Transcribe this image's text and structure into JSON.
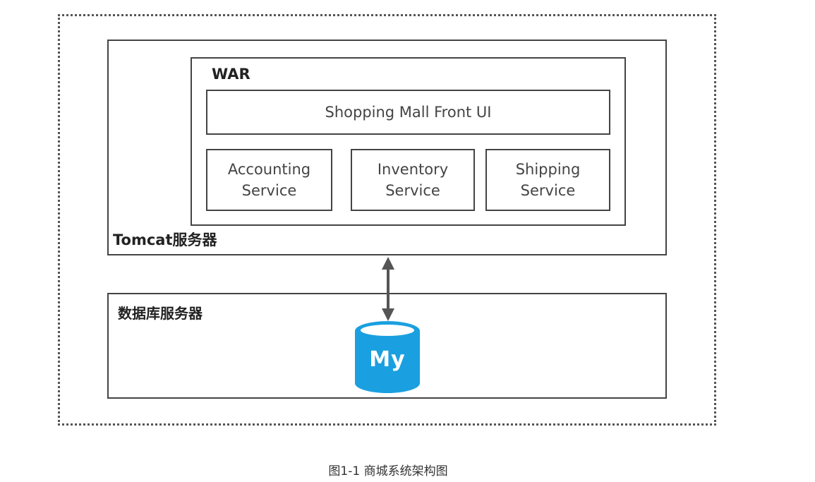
{
  "diagram": {
    "tomcat_label": "Tomcat服务器",
    "war_label": "WAR",
    "front_ui": "Shopping Mall Front UI",
    "services": [
      "Accounting\nService",
      "Inventory\nService",
      "Shipping\nService"
    ],
    "db_label": "数据库服务器",
    "db_icon_text": "My",
    "db_color": "#1aa0e0"
  },
  "caption": "图1-1 商城系统架构图"
}
